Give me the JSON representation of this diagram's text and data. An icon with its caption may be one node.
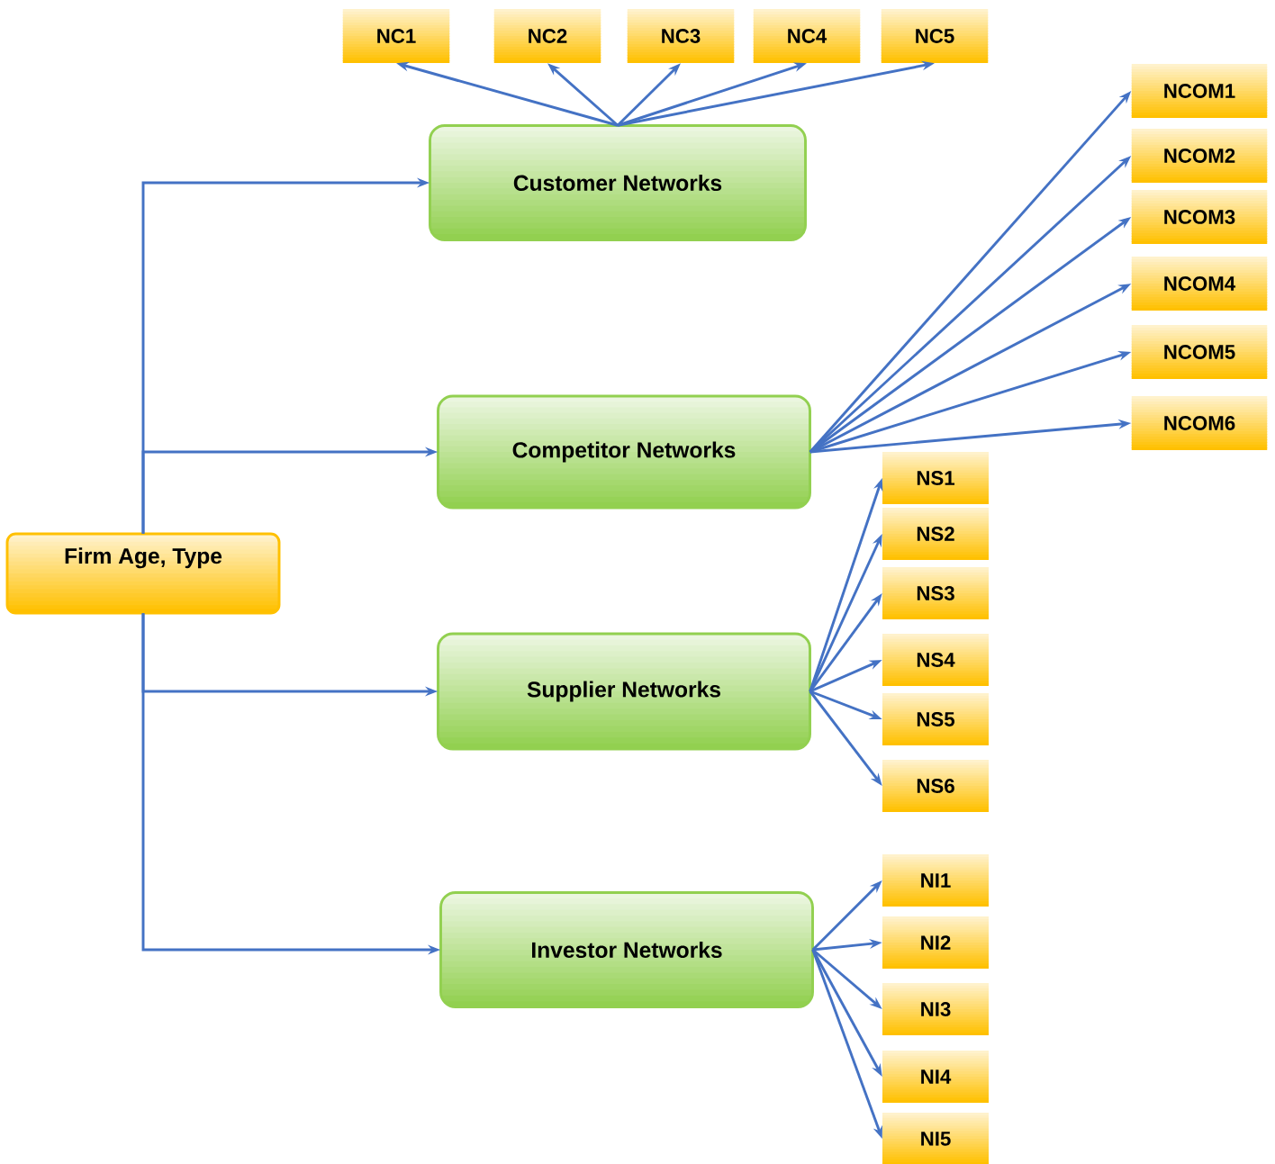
{
  "diagram": {
    "nodes": [
      {
        "text": [
          "Firm Age, Type"
        ]
      },
      {
        "text": [
          "Customer Networks"
        ]
      },
      {
        "text": [
          "Competitor Networks"
        ]
      },
      {
        "text": [
          "Supplier Networks"
        ]
      },
      {
        "text": [
          "Investor Networks"
        ]
      },
      {
        "text": [
          "NC1"
        ]
      },
      {
        "text": [
          "NC2"
        ]
      },
      {
        "text": [
          "NC3"
        ]
      },
      {
        "text": [
          "NC4"
        ]
      },
      {
        "text": [
          "NC5"
        ]
      },
      {
        "text": [
          "NCOM1"
        ]
      },
      {
        "text": [
          "NCOM2"
        ]
      },
      {
        "text": [
          "NCOM3"
        ]
      },
      {
        "text": [
          "NCOM4"
        ]
      },
      {
        "text": [
          "NCOM5"
        ]
      },
      {
        "text": [
          "NCOM6"
        ]
      },
      {
        "text": [
          "NS1"
        ]
      },
      {
        "text": [
          "NS2"
        ]
      },
      {
        "text": [
          "NS3"
        ]
      },
      {
        "text": [
          "NS4"
        ]
      },
      {
        "text": [
          "NS5"
        ]
      },
      {
        "text": [
          "NS6"
        ]
      },
      {
        "text": [
          "NI1"
        ]
      },
      {
        "text": [
          "NI2"
        ]
      },
      {
        "text": [
          "NI3"
        ]
      },
      {
        "text": [
          "NI4"
        ]
      },
      {
        "text": [
          "NI5"
        ]
      }
    ],
    "edges": [
      {
        "from": 0,
        "to": 1,
        "arrow": "to"
      },
      {
        "from": 0,
        "to": 2,
        "arrow": "to"
      },
      {
        "from": 0,
        "to": 3,
        "arrow": "to"
      },
      {
        "from": 0,
        "to": 4,
        "arrow": "to"
      },
      {
        "from": 1,
        "to": 5,
        "arrow": "to"
      },
      {
        "from": 1,
        "to": 6,
        "arrow": "to"
      },
      {
        "from": 1,
        "to": 7,
        "arrow": "to"
      },
      {
        "from": 1,
        "to": 8,
        "arrow": "to"
      },
      {
        "from": 1,
        "to": 9,
        "arrow": "to"
      },
      {
        "from": 2,
        "to": 10,
        "arrow": "to"
      },
      {
        "from": 2,
        "to": 11,
        "arrow": "to"
      },
      {
        "from": 2,
        "to": 12,
        "arrow": "to"
      },
      {
        "from": 2,
        "to": 13,
        "arrow": "to"
      },
      {
        "from": 2,
        "to": 14,
        "arrow": "to"
      },
      {
        "from": 2,
        "to": 15,
        "arrow": "to"
      },
      {
        "from": 3,
        "to": 16,
        "arrow": "to"
      },
      {
        "from": 3,
        "to": 17,
        "arrow": "to"
      },
      {
        "from": 3,
        "to": 18,
        "arrow": "to"
      },
      {
        "from": 3,
        "to": 19,
        "arrow": "to"
      },
      {
        "from": 3,
        "to": 20,
        "arrow": "to"
      },
      {
        "from": 3,
        "to": 21,
        "arrow": "to"
      },
      {
        "from": 4,
        "to": 22,
        "arrow": "to"
      },
      {
        "from": 4,
        "to": 23,
        "arrow": "to"
      },
      {
        "from": 4,
        "to": 24,
        "arrow": "to"
      },
      {
        "from": 4,
        "to": 25,
        "arrow": "to"
      },
      {
        "from": 4,
        "to": 26,
        "arrow": "to"
      }
    ]
  }
}
